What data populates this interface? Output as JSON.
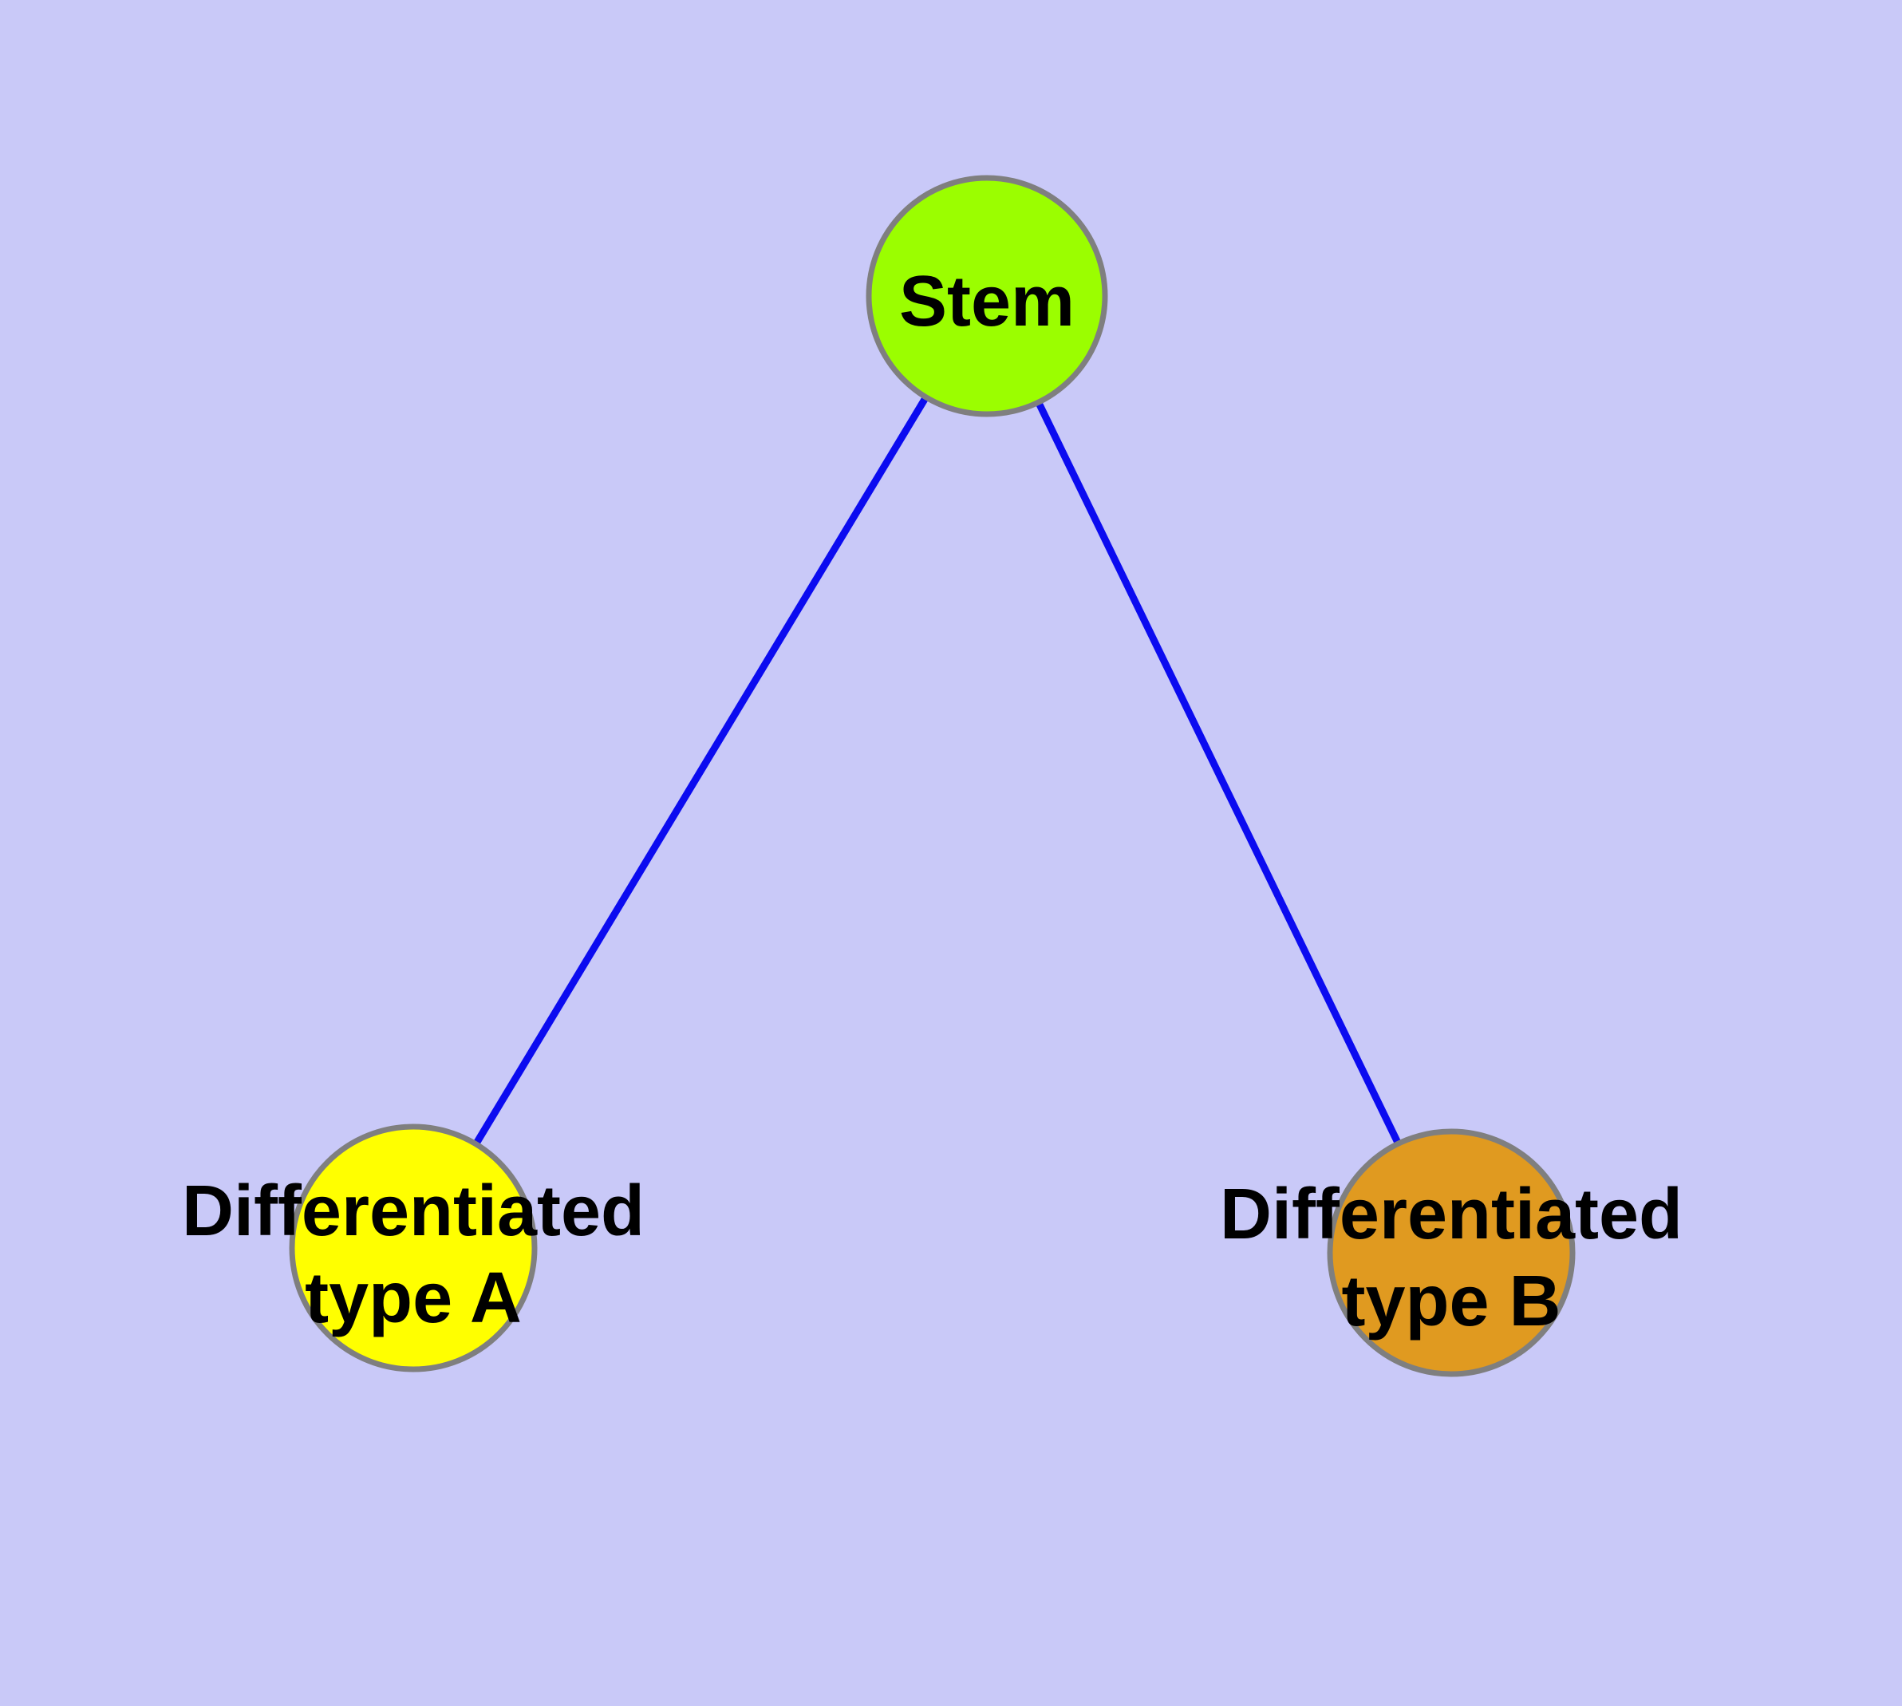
{
  "diagram": {
    "background_color": "#c9c9f8",
    "edge_color": "#0b0bf0",
    "node_border_color": "#7f7f7f",
    "label_color": "#000000",
    "nodes": {
      "stem": {
        "label": "Stem",
        "fill_color": "#9bfe00"
      },
      "type_a": {
        "label_line1": "Differentiated",
        "label_line2": "type A",
        "fill_color": "#ffff00"
      },
      "type_b": {
        "label_line1": "Differentiated",
        "label_line2": "type B",
        "fill_color": "#e09a20"
      }
    },
    "edges": [
      {
        "from": "stem",
        "to": "type_a"
      },
      {
        "from": "stem",
        "to": "type_b"
      }
    ]
  }
}
